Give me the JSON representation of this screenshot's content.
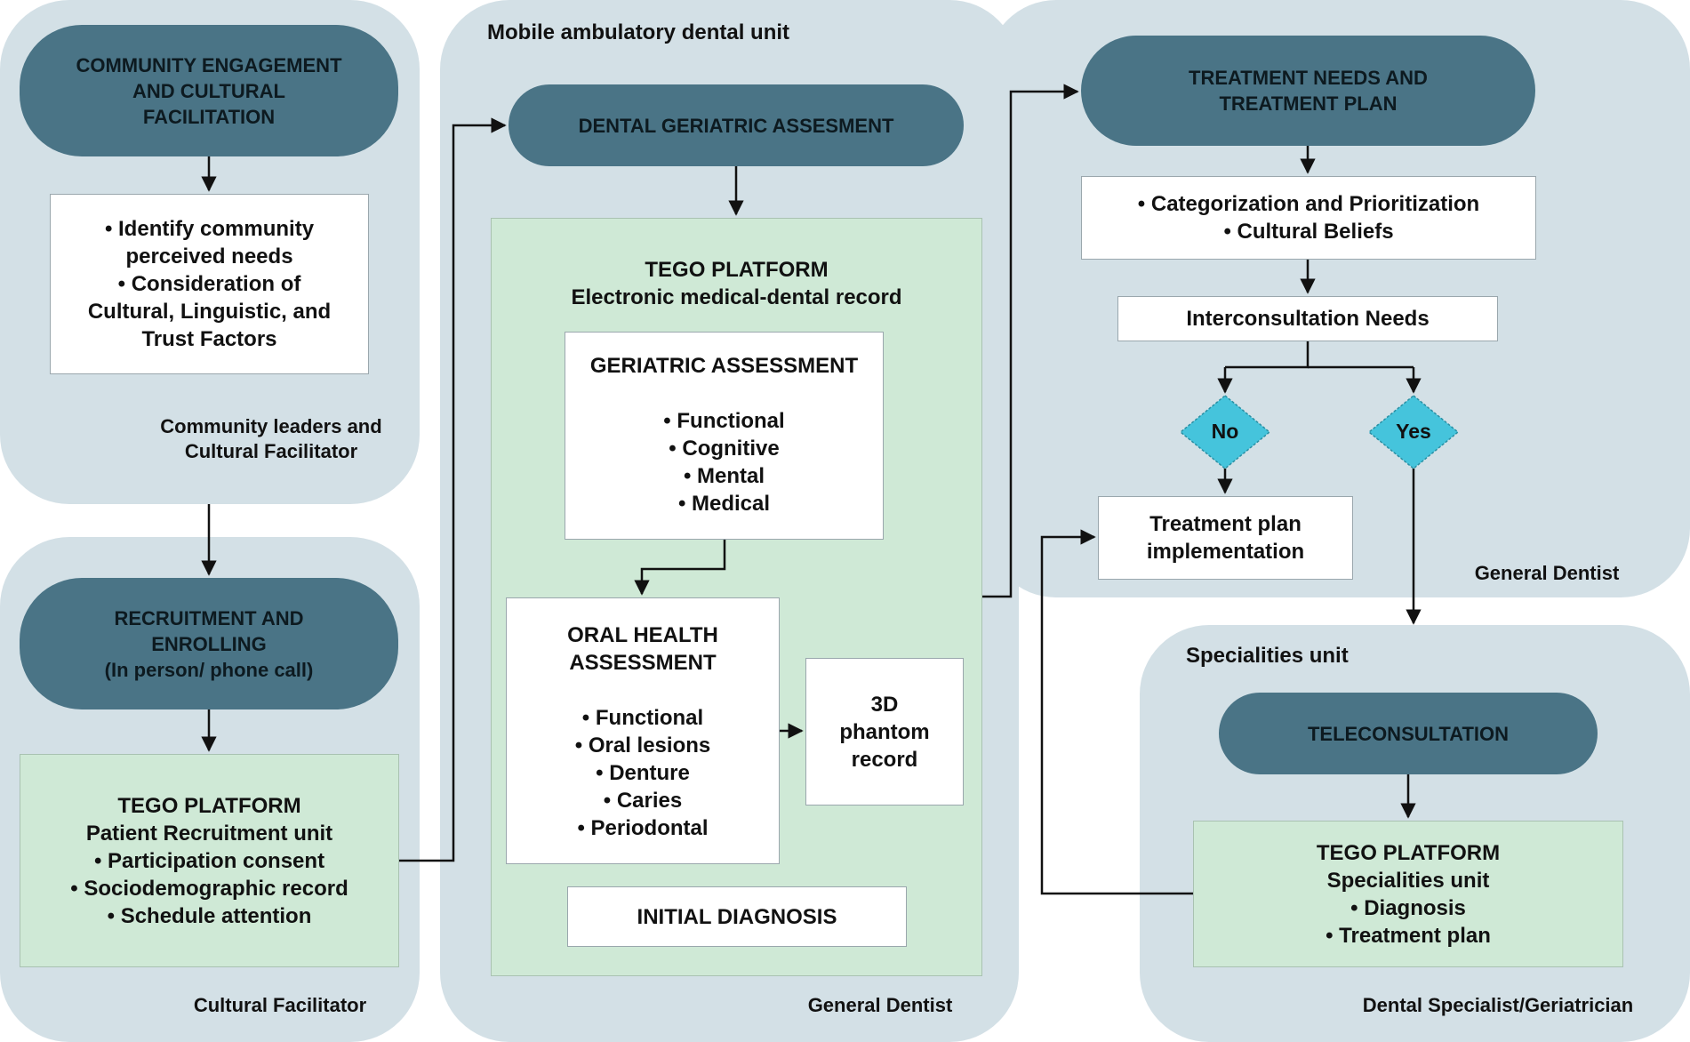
{
  "colors": {
    "panel": "#d3e0e6",
    "pill": "#4a7486",
    "green_box": "#cfe9d6",
    "diamond": "#45c4dc",
    "arrow": "#111111"
  },
  "community": {
    "header": [
      "COMMUNITY ENGAGEMENT",
      "AND CULTURAL",
      "FACILITATION"
    ],
    "items": [
      "Identify community",
      "perceived needs"
    ],
    "items2": [
      "Consideration of",
      "Cultural, Linguistic, and",
      "Trust Factors"
    ],
    "role": [
      "Community leaders and",
      "Cultural Facilitator"
    ]
  },
  "recruitment": {
    "header": [
      "RECRUITMENT AND",
      "ENROLLING",
      "(In person/ phone call)"
    ],
    "platform_title": "TEGO PLATFORM",
    "platform_sub": "Patient Recruitment unit",
    "bullets": [
      "Participation consent",
      "Sociodemographic record",
      "Schedule attention"
    ],
    "role": "Cultural Facilitator"
  },
  "mobile_unit": {
    "title": "Mobile ambulatory dental unit",
    "header": "DENTAL GERIATRIC ASSESMENT",
    "platform_title": "TEGO PLATFORM",
    "platform_sub": "Electronic medical-dental record",
    "geriatric": {
      "title": "GERIATRIC ASSESSMENT",
      "bullets": [
        "Functional",
        "Cognitive",
        "Mental",
        "Medical"
      ]
    },
    "oral": {
      "title": [
        "ORAL HEALTH",
        "ASSESSMENT"
      ],
      "bullets": [
        "Functional",
        "Oral lesions",
        "Denture",
        "Caries",
        "Periodontal"
      ]
    },
    "phantom": [
      "3D",
      "phantom",
      "record"
    ],
    "diagnosis": "INITIAL DIAGNOSIS",
    "role": "General Dentist"
  },
  "treatment": {
    "header": [
      "TREATMENT NEEDS AND",
      "TREATMENT PLAN"
    ],
    "items": [
      "Categorization and Prioritization",
      "Cultural Beliefs"
    ],
    "interconsultation": "Interconsultation Needs",
    "no": "No",
    "yes": "Yes",
    "implementation": [
      "Treatment plan",
      "implementation"
    ],
    "role": "General Dentist"
  },
  "specialities": {
    "title": "Specialities unit",
    "header": "TELECONSULTATION",
    "platform_title": "TEGO PLATFORM",
    "platform_sub": "Specialities unit",
    "bullets": [
      "Diagnosis",
      "Treatment plan"
    ],
    "role": "Dental Specialist/Geriatrician"
  }
}
